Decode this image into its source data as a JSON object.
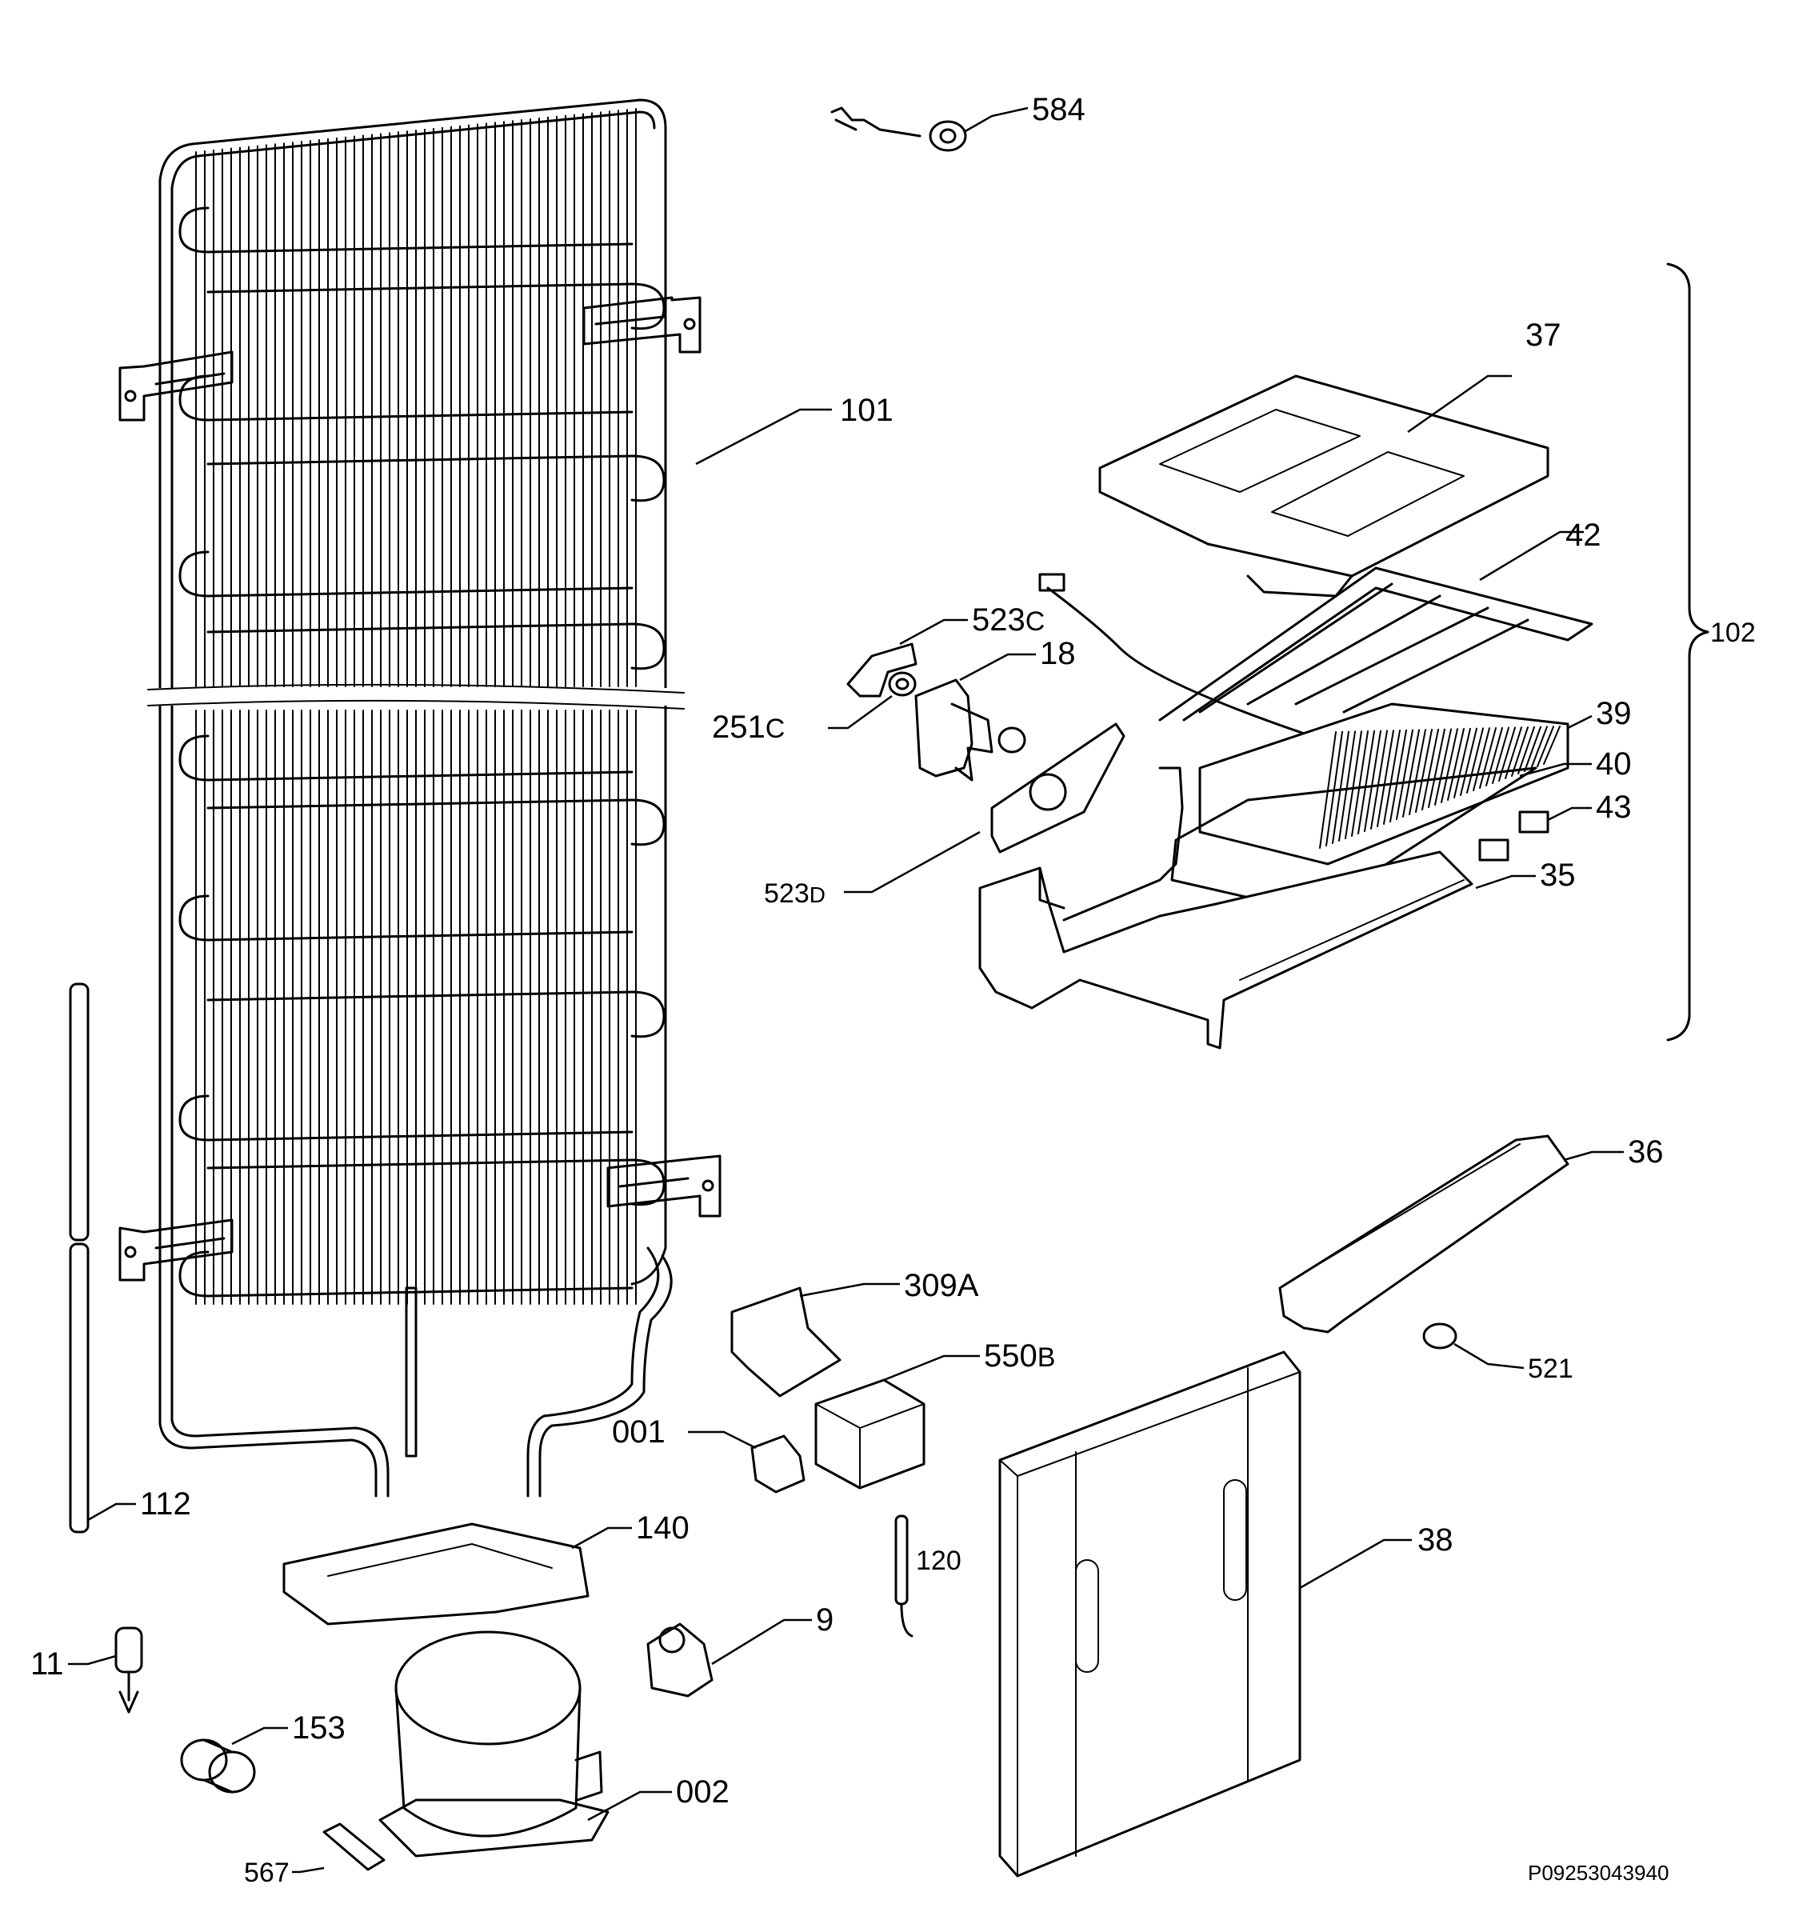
{
  "callouts": {
    "c584": "584",
    "c37": "37",
    "c101": "101",
    "c42": "42",
    "c102": "102",
    "c523c_num": "523",
    "c523c_suf": "C",
    "c18": "18",
    "c251c_num": "251",
    "c251c_suf": "C",
    "c39": "39",
    "c40": "40",
    "c43": "43",
    "c35": "35",
    "c523d_num": "523",
    "c523d_suf": "D",
    "c36": "36",
    "c309a": "309A",
    "c550b_num": "550",
    "c550b_suf": "B",
    "c521": "521",
    "c001": "001",
    "c112": "112",
    "c140": "140",
    "c120": "120",
    "c38": "38",
    "c9": "9",
    "c11": "11",
    "c153": "153",
    "c002": "002",
    "c567": "567"
  },
  "drawing_code": "P09253043940"
}
